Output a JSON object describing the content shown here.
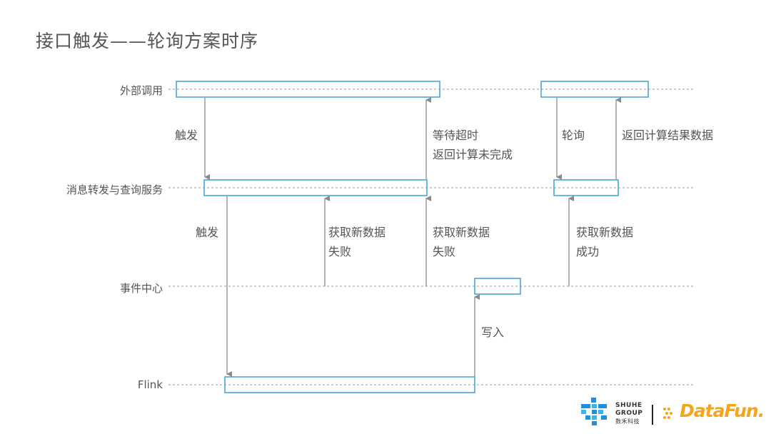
{
  "title": "接口触发——轮询方案时序",
  "lanes": {
    "external": "外部调用",
    "service": "消息转发与查询服务",
    "event": "事件中心",
    "flink": "Flink"
  },
  "notes": {
    "trigger_service": "触发",
    "timeout_1": "等待超时",
    "timeout_2": "返回计算未完成",
    "poll": "轮询",
    "return_result": "返回计算结果数据",
    "trigger_flink": "触发",
    "fetch_fail_a_1": "获取新数据",
    "fetch_fail_a_2": "失败",
    "fetch_fail_b_1": "获取新数据",
    "fetch_fail_b_2": "失败",
    "fetch_ok_1": "获取新数据",
    "fetch_ok_2": "成功",
    "write": "写入"
  },
  "colors": {
    "box_border": "#3aa0d8",
    "dotted_line": "#9a9a9a",
    "arrow": "#8a8a8a",
    "text": "#555555",
    "datafun": "#f4a51c",
    "shuhe_blue": "#1f8fe0"
  },
  "logos": {
    "shuhe_en_1": "SHUHE",
    "shuhe_en_2": "GROUP",
    "shuhe_cn": "数禾科技",
    "datafun": "DataFun."
  }
}
